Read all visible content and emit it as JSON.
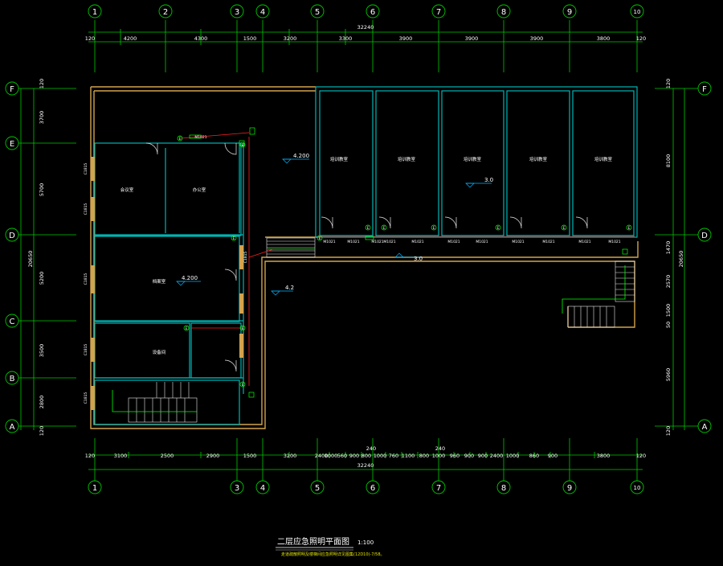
{
  "drawing": {
    "title": "二层应急照明平面图",
    "scale": "1:100",
    "note": "走道疏散照明及楼梯间应急照明详见图集(12D10)-7/58。"
  },
  "axes": {
    "top": [
      "1",
      "2",
      "3",
      "4",
      "5",
      "6",
      "7",
      "8",
      "9",
      "10"
    ],
    "bottom": [
      "1",
      "3",
      "4",
      "5",
      "6",
      "7",
      "8",
      "9",
      "10"
    ],
    "left": [
      "F",
      "E",
      "D",
      "C",
      "B",
      "A"
    ],
    "right": [
      "F",
      "D",
      "A"
    ]
  },
  "dimensions": {
    "top_total": "32240",
    "top_segments": [
      "120",
      "4200",
      "4300",
      "1500",
      "3200",
      "3300",
      "3900",
      "3900",
      "3900",
      "3800",
      "120"
    ],
    "bottom_total": "32240",
    "bottom_segments": [
      "120",
      "3100",
      "2500",
      "2900",
      "1500",
      "3200",
      "2400",
      "1000",
      "560",
      "900",
      "800",
      "1000",
      "760",
      "1100",
      "800",
      "1000",
      "960",
      "900",
      "900",
      "2400",
      "1000",
      "860",
      "900",
      "3800",
      "120"
    ],
    "bottom_marks": [
      "240",
      "240"
    ],
    "left_total": "20650",
    "left_segments": [
      "120",
      "3700",
      "5700",
      "5200",
      "3500",
      "2800",
      "120"
    ],
    "right_total": "20650",
    "right_segments": [
      "120",
      "8100",
      "1470",
      "2570",
      "1500",
      "50",
      "5960",
      "120"
    ]
  },
  "rooms": [
    {
      "label": "会议室"
    },
    {
      "label": "办公室"
    },
    {
      "label": "档案室"
    },
    {
      "label": "设备间"
    },
    {
      "label": "培训教室"
    },
    {
      "label": "培训教室"
    },
    {
      "label": "培训教室"
    },
    {
      "label": "培训教室"
    },
    {
      "label": "培训教室"
    }
  ],
  "elevations": [
    "4.200",
    "4.200",
    "3.0",
    "3.0",
    "4.2"
  ],
  "door_tags": [
    "M1021",
    "M1021",
    "M1021",
    "M1021",
    "M1021",
    "M1021",
    "M1021",
    "M1021",
    "M1021",
    "M1021",
    "M1021",
    "M1021"
  ],
  "fixture_tags": [
    "E",
    "E",
    "E",
    "E",
    "E",
    "E",
    "E",
    "E",
    "E",
    "E",
    "E",
    "E",
    "E"
  ],
  "window_tags": [
    "C1815",
    "C1815",
    "C1815",
    "C1815",
    "C1815",
    "C1815"
  ]
}
